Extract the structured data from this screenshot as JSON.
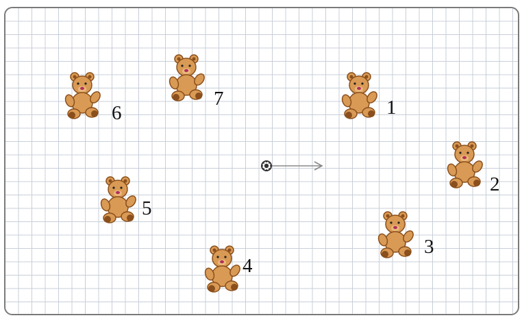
{
  "board": {
    "grid_color": "#c8cfd8",
    "robot_icon": "gear-robot-icon",
    "direction_icon": "arrow-right-icon"
  },
  "bears": [
    {
      "label": "1"
    },
    {
      "label": "2"
    },
    {
      "label": "3"
    },
    {
      "label": "4"
    },
    {
      "label": "5"
    },
    {
      "label": "6"
    },
    {
      "label": "7"
    }
  ],
  "colors": {
    "bear_body": "#d99a55",
    "bear_dark": "#8a4f1c",
    "bear_nose": "#b0305a"
  }
}
